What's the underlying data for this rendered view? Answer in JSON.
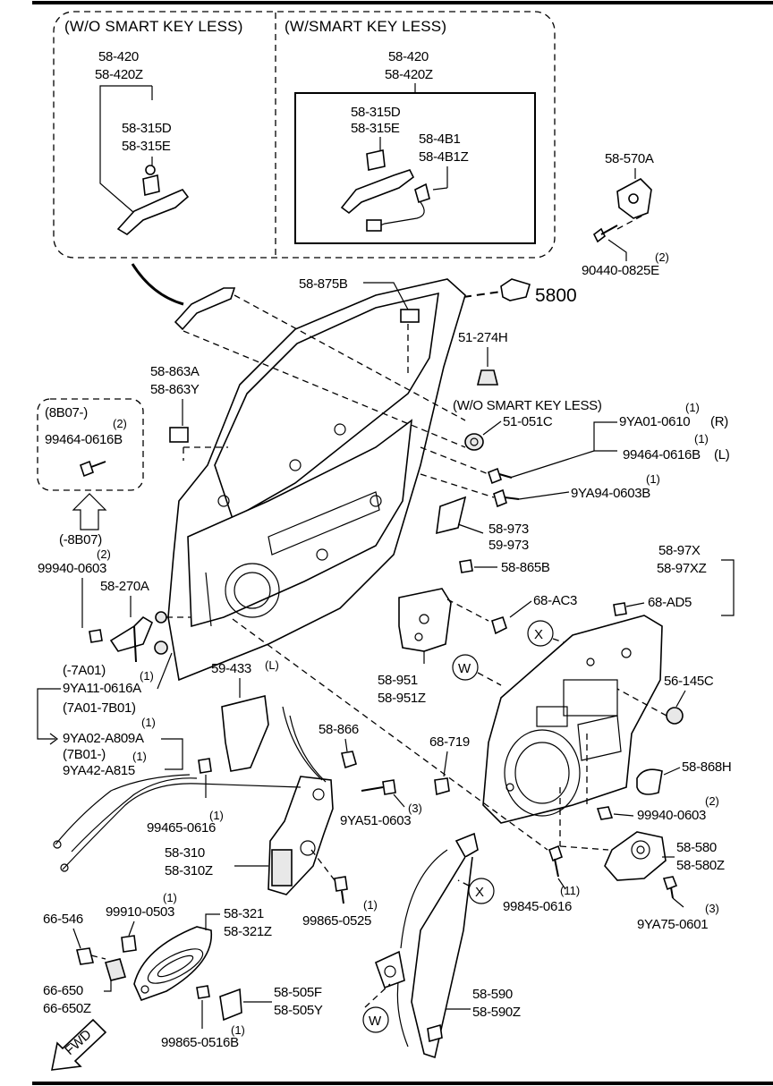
{
  "headers": {
    "wo_smart": "(W/O SMART KEY LESS)",
    "w_smart": "(W/SMART KEY LESS)",
    "wo_smart_mid": "(W/O SMART KEY LESS)"
  },
  "ref_5800": "5800",
  "fwd": "FWD",
  "labels": {
    "wo_58420": "58-420",
    "wo_58420z": "58-420Z",
    "wo_58315d": "58-315D",
    "wo_58315e": "58-315E",
    "w_58420": "58-420",
    "w_58420z": "58-420Z",
    "w_58315d": "58-315D",
    "w_58315e": "58-315E",
    "w_584b1": "58-4B1",
    "w_584b1z": "58-4B1Z",
    "p58570a": "58-570A",
    "p90440_qty": "(2)",
    "p90440": "90440-0825E",
    "p58875b": "58-875B",
    "p51274h": "51-274H",
    "p58863a": "58-863A",
    "p58863y": "58-863Y",
    "p8b07": "(8B07-)",
    "p99464_qty_a": "(2)",
    "p99464_a": "99464-0616B",
    "p8b07_to": "(-8B07)",
    "p99940_qty_a": "(2)",
    "p99940_a": "99940-0603",
    "p58270a": "58-270A",
    "p51051c": "51-051C",
    "p9ya01_qty": "(1)",
    "p9ya01": "9YA01-0610",
    "p9ya01_side": "(R)",
    "p99464_qty_b": "(1)",
    "p99464_b": "99464-0616B",
    "p99464_b_side": "(L)",
    "p9ya94_qty": "(1)",
    "p9ya94": "9YA94-0603B",
    "p58973": "58-973",
    "p59973": "59-973",
    "p58865b": "58-865B",
    "p5897x": "58-97X",
    "p5897xz": "58-97XZ",
    "p68ad5": "68-AD5",
    "p68ac3": "68-AC3",
    "p58951": "58-951",
    "p58951z": "58-951Z",
    "p56145c": "56-145C",
    "p7a01": "(-7A01)",
    "p9ya11_qty": "(1)",
    "p9ya11": "9YA11-0616A",
    "p7a01_7b01": "(7A01-7B01)",
    "p9ya02_qty": "(1)",
    "p9ya02": "9YA02-A809A",
    "p7b01": "(7B01-)",
    "p9ya42_qty": "(1)",
    "p9ya42": "9YA42-A815",
    "p59433": "59-433",
    "p59433_side": "(L)",
    "p58866": "58-866",
    "p68719": "68-719",
    "p58868h": "58-868H",
    "p99940_qty_b": "(2)",
    "p99940_b": "99940-0603",
    "p9ya51_qty": "(3)",
    "p9ya51": "9YA51-0603",
    "p99465_qty": "(1)",
    "p99465": "99465-0616",
    "p58310": "58-310",
    "p58310z": "58-310Z",
    "p58580": "58-580",
    "p58580z": "58-580Z",
    "p99845_qty": "(11)",
    "p99845": "99845-0616",
    "p9ya75_qty": "(3)",
    "p9ya75": "9YA75-0601",
    "p99865_qty_a": "(1)",
    "p99865_a": "99865-0525",
    "p99910_qty": "(1)",
    "p99910": "99910-0503",
    "p66546": "66-546",
    "p58321": "58-321",
    "p58321z": "58-321Z",
    "p66650": "66-650",
    "p66650z": "66-650Z",
    "p58505f": "58-505F",
    "p58505y": "58-505Y",
    "p99865_qty_b": "(1)",
    "p99865_b": "99865-0516B",
    "p58590": "58-590",
    "p58590z": "58-590Z",
    "marker_x": "X",
    "marker_w": "W"
  }
}
